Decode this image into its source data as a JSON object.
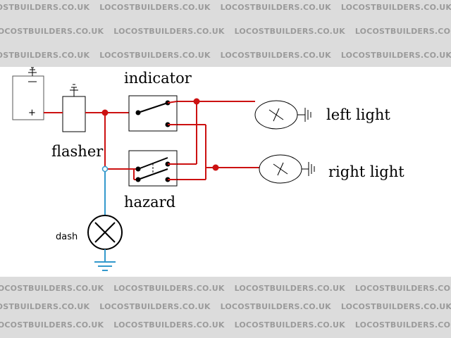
{
  "watermark": {
    "text": "LOCOSTBUILDERS.CO.UK"
  },
  "diagram": {
    "labels": {
      "flasher": "flasher",
      "indicator": "indicator",
      "hazard": "hazard",
      "left_light": "left light",
      "right_light": "right light",
      "dash": "dash",
      "battery_plus": "+"
    },
    "colors": {
      "live_wire": "#cc1111",
      "dash_wire": "#3399cc",
      "outline": "#000000",
      "watermark_band": "#dcdcdc"
    }
  }
}
